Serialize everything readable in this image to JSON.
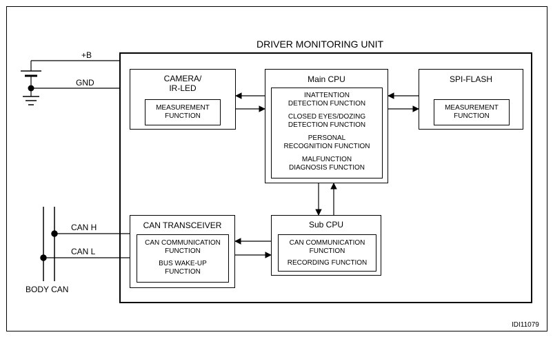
{
  "unit_title": "DRIVER MONITORING UNIT",
  "power": {
    "plus_b": "+B",
    "gnd": "GND"
  },
  "bus": {
    "can_h": "CAN H",
    "can_l": "CAN L",
    "body_can": "BODY CAN"
  },
  "camera": {
    "title": [
      "CAMERA/",
      "IR-LED"
    ],
    "inner": [
      "MEASUREMENT",
      "FUNCTION"
    ]
  },
  "main_cpu": {
    "title": "Main CPU",
    "functions": [
      [
        "INATTENTION",
        "DETECTION FUNCTION"
      ],
      [
        "CLOSED EYES/DOZING",
        "DETECTION FUNCTION"
      ],
      [
        "PERSONAL",
        "RECOGNITION FUNCTION"
      ],
      [
        "MALFUNCTION",
        "DIAGNOSIS FUNCTION"
      ]
    ]
  },
  "spi_flash": {
    "title": "SPI-FLASH",
    "inner": [
      "MEASUREMENT",
      "FUNCTION"
    ]
  },
  "can_transceiver": {
    "title": "CAN TRANSCEIVER",
    "functions": [
      [
        "CAN COMMUNICATION",
        "FUNCTION"
      ],
      [
        "BUS WAKE-UP",
        "FUNCTION"
      ]
    ]
  },
  "sub_cpu": {
    "title": "Sub CPU",
    "functions": [
      [
        "CAN COMMUNICATION",
        "FUNCTION"
      ],
      [
        "RECORDING FUNCTION"
      ]
    ]
  },
  "figure_id": "IDI11079"
}
